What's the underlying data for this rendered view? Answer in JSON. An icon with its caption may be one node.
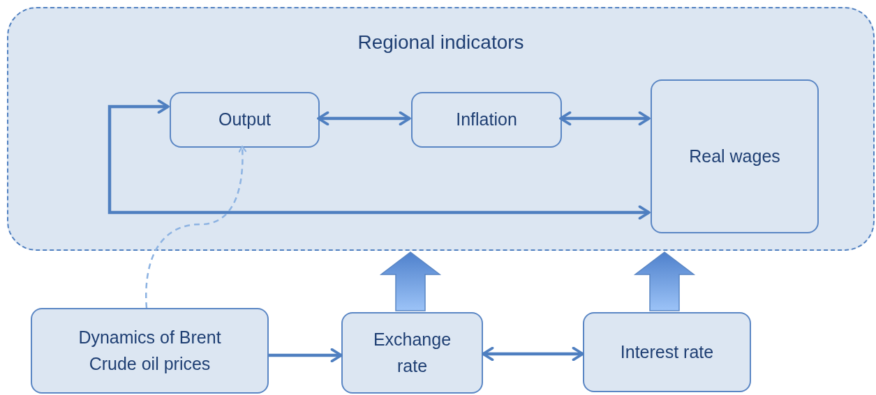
{
  "diagram": {
    "nodes": [
      {
        "text": [
          "Regional indicators"
        ]
      },
      {
        "text": [
          "Output"
        ],
        "in": 0
      },
      {
        "text": [
          "Inflation"
        ],
        "in": 0
      },
      {
        "text": [
          "Real wages"
        ],
        "in": 0
      },
      {
        "text": [
          "Dynamics of Brent Crude oil prices"
        ]
      },
      {
        "text": [
          "Exchange rate"
        ]
      },
      {
        "text": [
          "Interest rate"
        ]
      }
    ],
    "edges": [
      {
        "from": 1,
        "to": 2,
        "arrow": "both"
      },
      {
        "from": 2,
        "to": 3,
        "arrow": "both"
      },
      {
        "from": 1,
        "to": 3,
        "arrow": "both"
      },
      {
        "from": 4,
        "to": 1,
        "arrow": "to",
        "style": "dashed",
        "color": "#8db3e2"
      },
      {
        "from": 4,
        "to": 5,
        "arrow": "to"
      },
      {
        "from": 5,
        "to": 6,
        "arrow": "both"
      },
      {
        "from": 5,
        "to": 0,
        "arrow": "to",
        "style": "thick"
      },
      {
        "from": 6,
        "to": 0,
        "arrow": "to",
        "style": "thick"
      }
    ]
  }
}
